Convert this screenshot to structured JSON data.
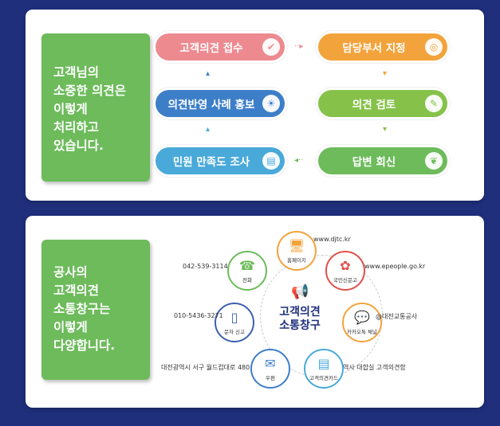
{
  "process": {
    "heading": [
      "고객님의",
      "소중한 의견은",
      "이렇게",
      "처리하고",
      "있습니다."
    ],
    "steps": [
      {
        "label": "고객의견 접수",
        "color": "#ec8a90",
        "icon": "check-circle-icon"
      },
      {
        "label": "담당부서 지정",
        "color": "#f3a33b",
        "icon": "target-icon"
      },
      {
        "label": "의견 검토",
        "color": "#86c24a",
        "icon": "tools-icon"
      },
      {
        "label": "답변 회신",
        "color": "#6dbb5b",
        "icon": "leaf-icon"
      },
      {
        "label": "민원 만족도 조사",
        "color": "#49a9d9",
        "icon": "document-icon"
      },
      {
        "label": "의견반영 사례 홍보",
        "color": "#3d7ec9",
        "icon": "lightbulb-icon"
      }
    ]
  },
  "channels": {
    "heading": [
      "공사의",
      "고객의견",
      "소통창구는",
      "이렇게",
      "다양합니다."
    ],
    "center_title": [
      "고객의견",
      "소통창구"
    ],
    "items": [
      {
        "label": "홈페이지",
        "info": "www.djtc.kr",
        "color": "#f3a33b",
        "icon": "monitor-icon"
      },
      {
        "label": "국민신문고",
        "info": "www.epeople.go.kr",
        "color": "#e0504b",
        "icon": "pinwheel-icon"
      },
      {
        "label": "카카오톡 채널",
        "info": "@대전교통공사",
        "color": "#f3a33b",
        "icon": "chat-bubble-icon"
      },
      {
        "label": "고객의견카드",
        "info": "역사 대합실 고객의견함",
        "color": "#49a9d9",
        "icon": "card-icon"
      },
      {
        "label": "우편",
        "info": "대전광역시 서구 월드컵대로 480",
        "color": "#3d7ec9",
        "icon": "mail-icon"
      },
      {
        "label": "문자 신고",
        "info": "010-5436-3271",
        "color": "#3d5fb0",
        "icon": "mobile-phone-icon"
      },
      {
        "label": "전화",
        "info": "042-539-3114",
        "color": "#6dbb5b",
        "icon": "phone-icon"
      }
    ]
  }
}
